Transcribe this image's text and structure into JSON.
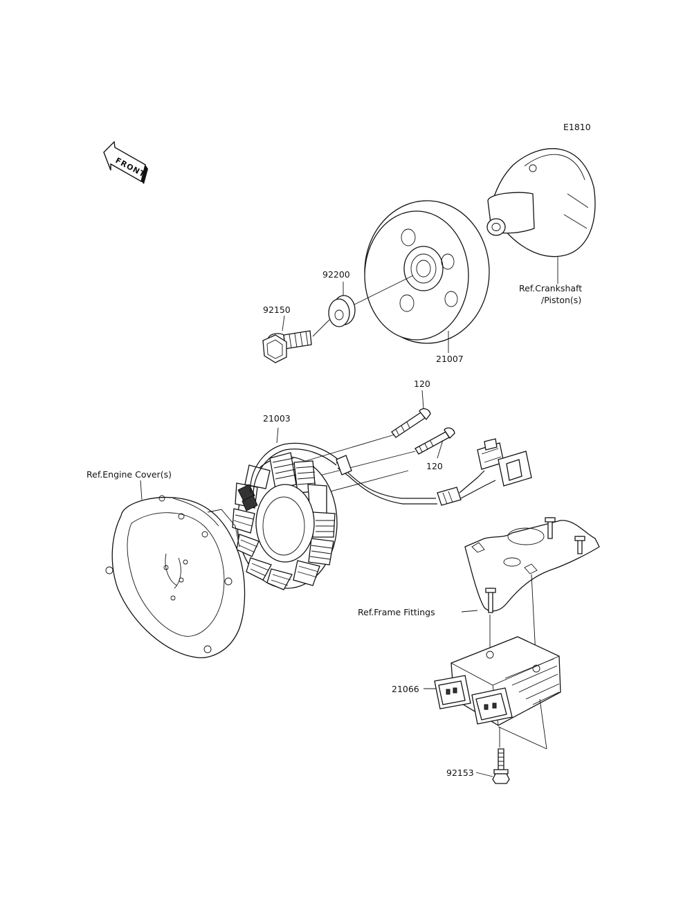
{
  "diagram": {
    "code": "E1810",
    "front_label": "FRONT",
    "callouts": {
      "flywheel": "21007",
      "washer": "92200",
      "rotor_bolt": "92150",
      "stator": "21003",
      "stator_bolt_upper": "120",
      "stator_bolt_lower": "120",
      "regulator": "21066",
      "regulator_bolt": "92153"
    },
    "references": {
      "crankshaft_line1": "Ref.Crankshaft",
      "crankshaft_line2": "/Piston(s)",
      "engine_cover": "Ref.Engine Cover(s)",
      "frame_fittings": "Ref.Frame Fittings"
    }
  }
}
